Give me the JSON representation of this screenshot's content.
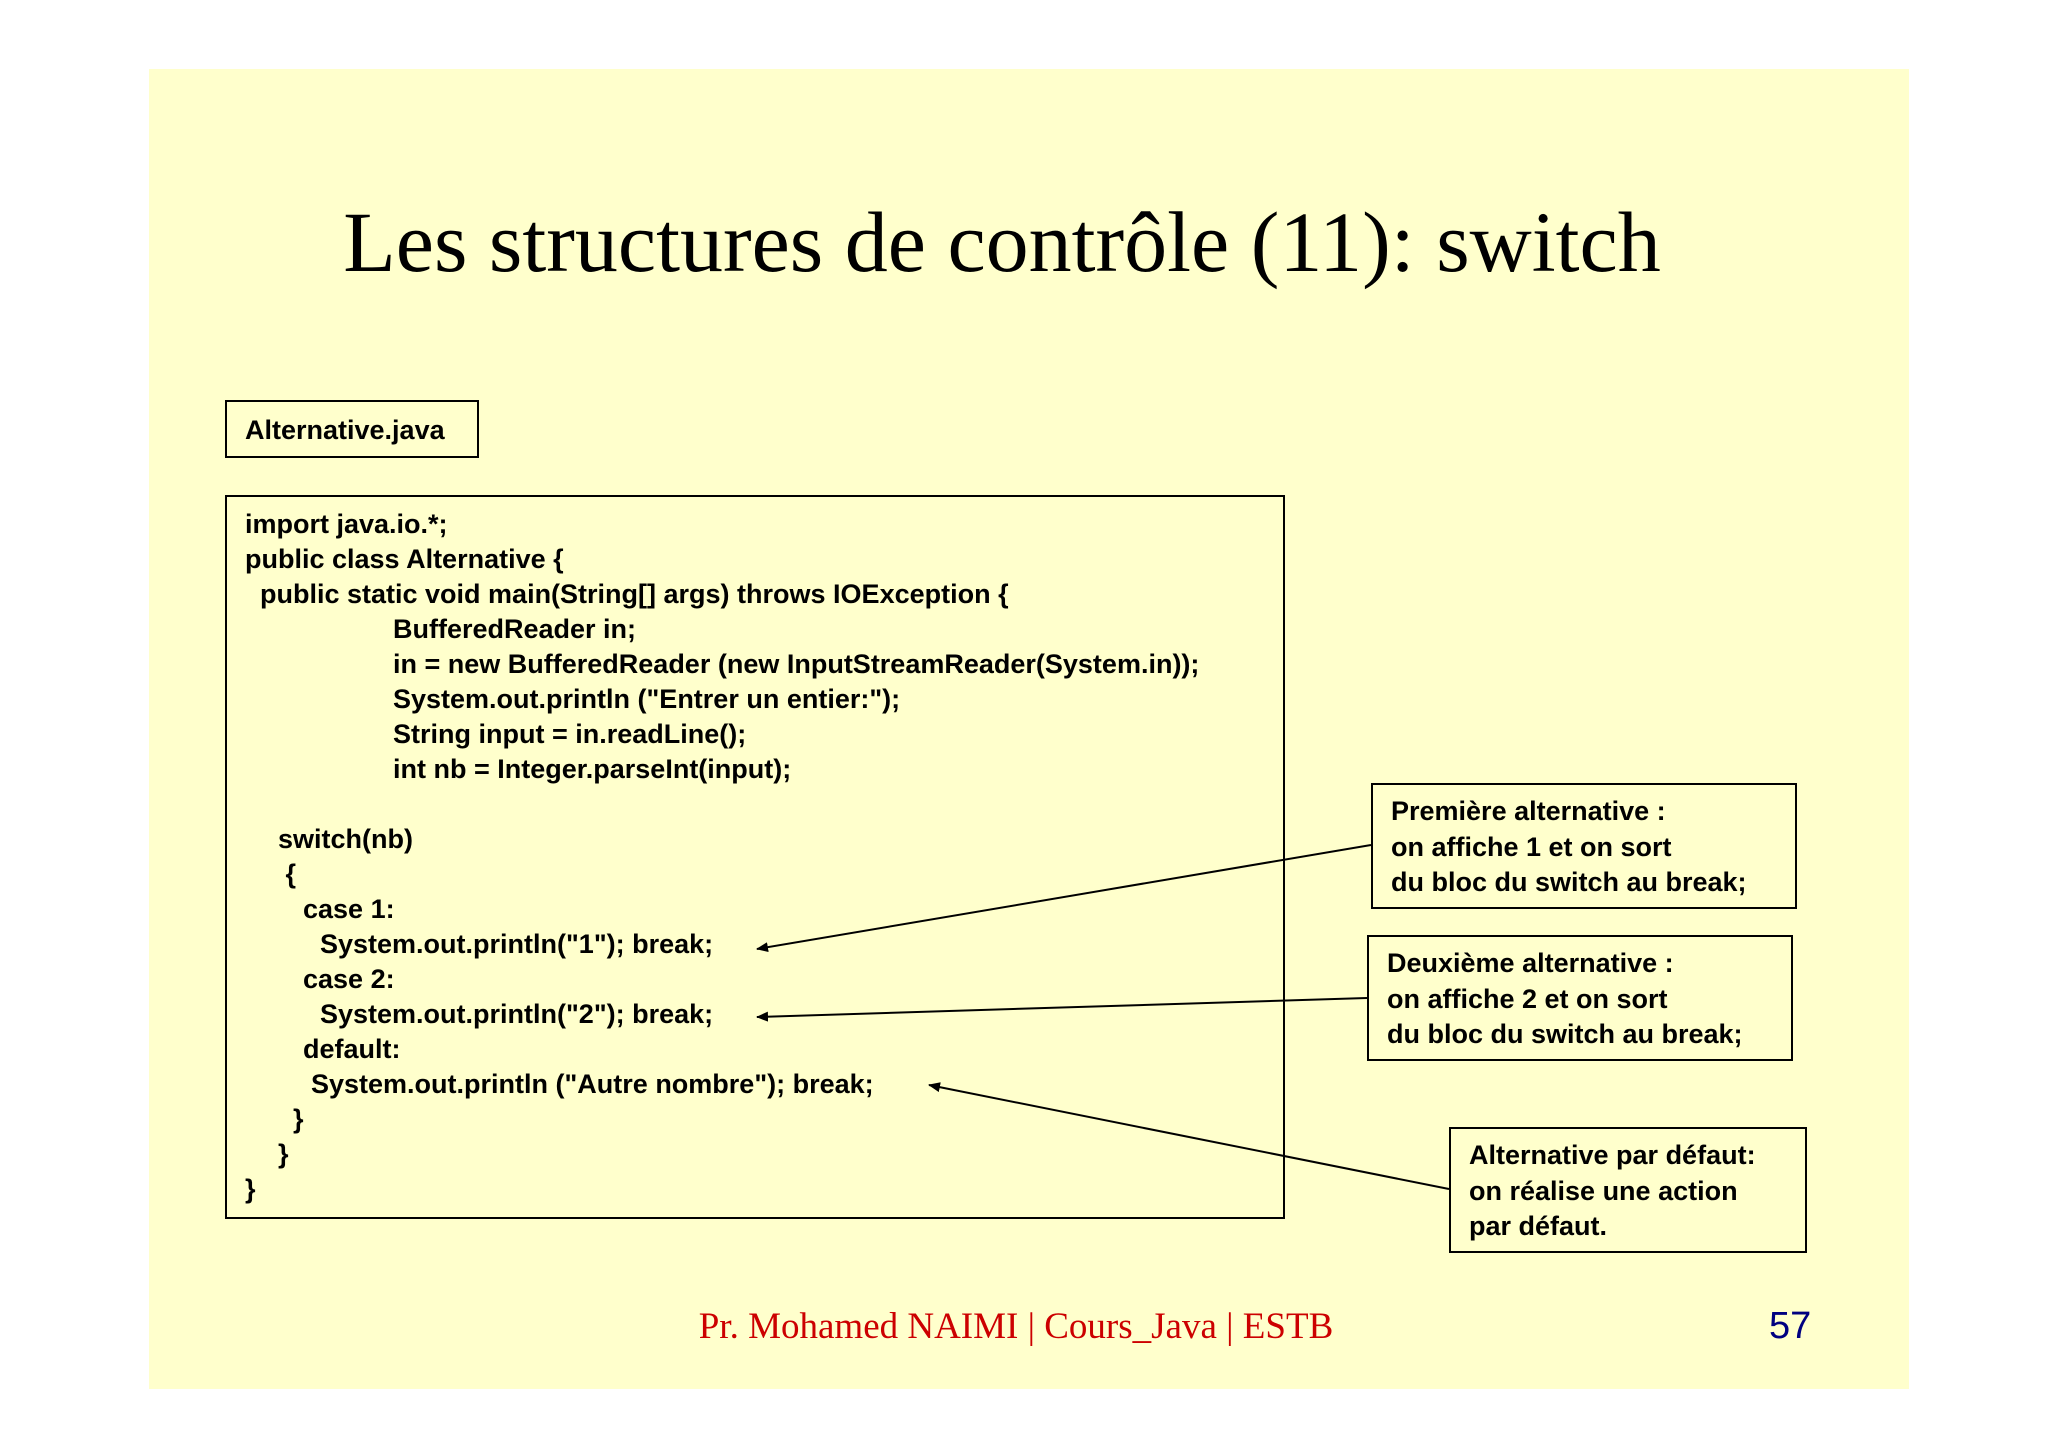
{
  "slide": {
    "title": "Les structures de contrôle (11): switch",
    "filename": "Alternative.java",
    "code_lines": [
      "import java.io.*;",
      "public class Alternative {",
      "  public static void main(String[] args) throws IOException {",
      "BufferedReader in;",
      "in = new BufferedReader (new InputStreamReader(System.in));",
      "System.out.println (\"Entrer un entier:\");",
      "String input = in.readLine();",
      "int nb = Integer.parseInt(input);",
      "",
      "switch(nb)",
      " {",
      "case 1:",
      "System.out.println(\"1\"); break;",
      "case 2:",
      "System.out.println(\"2\"); break;",
      "default:",
      "System.out.println (\"Autre nombre\"); break;",
      "}",
      "}",
      "}"
    ],
    "notes": [
      [
        "Première alternative :",
        "on affiche 1 et on sort",
        "du bloc du switch au break;"
      ],
      [
        "Deuxième alternative :",
        "on affiche 2 et on sort",
        "du bloc du switch au break;"
      ],
      [
        "Alternative par défaut:",
        "on réalise une action",
        "par défaut."
      ]
    ],
    "footer": "Pr. Mohamed NAIMI | Cours_Java | ESTB",
    "page_number": "57"
  }
}
